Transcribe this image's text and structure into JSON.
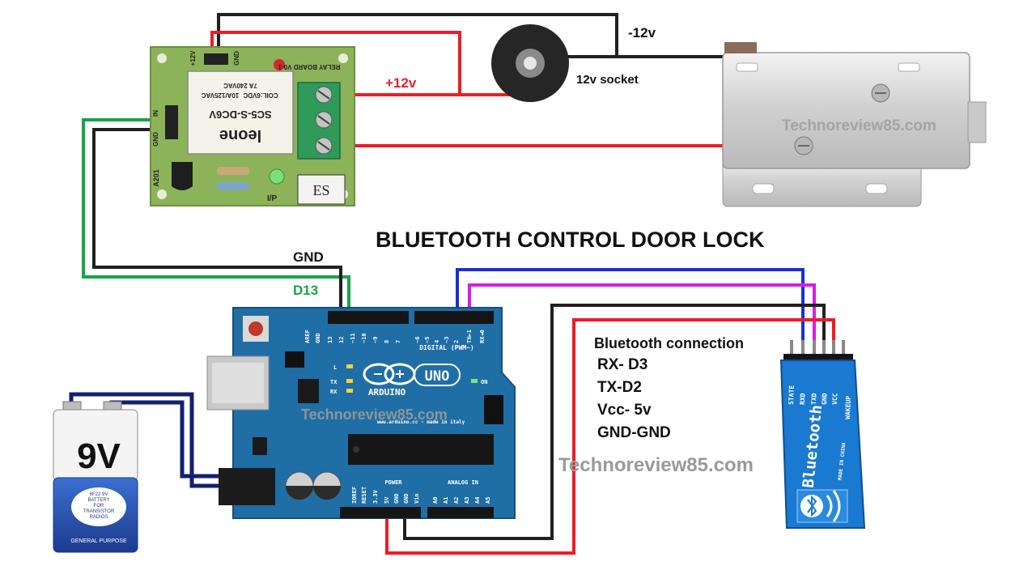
{
  "title": "BLUETOOTH CONTROL DOOR LOCK",
  "watermark": "Technoreview85.com",
  "wire_labels": {
    "minus_12v": "-12v",
    "plus_12v": "+12v",
    "socket": "12v socket",
    "gnd": "GND",
    "d13": "D13"
  },
  "bluetooth_connection": {
    "heading": "Bluetooth connection",
    "lines": [
      "RX- D3",
      "TX-D2",
      "Vcc- 5v",
      "GND-GND"
    ]
  },
  "battery": {
    "voltage": "9V",
    "label_lines": [
      "6F22 9V",
      "BATTERY",
      "FOR",
      "TRANSISTOR",
      "RADIOS"
    ],
    "footer": "GENERAL PURPOSE"
  },
  "relay_module": {
    "board_text": "RELAY BOARD V0-1",
    "relay_brand": "leone",
    "relay_model": "SC5-S-DC6V",
    "relay_specs": [
      "COIL:6VDC",
      "10A/125VAC",
      "7A 240VAC"
    ],
    "pin_labels": [
      "+12V",
      "GND",
      "IN",
      "GND"
    ],
    "board_id": "A201",
    "led_label": "I/P"
  },
  "arduino": {
    "brand": "ARDUINO",
    "model": "UNO",
    "digital_header": "DIGITAL (PWM~)",
    "digital_pins": [
      "AREF",
      "GND",
      "13",
      "12",
      "~11",
      "~10",
      "~9",
      "8",
      "7",
      "~6",
      "~5",
      "4",
      "~3",
      "2",
      "TX►1",
      "RX◄0"
    ],
    "power_header": "POWER",
    "power_pins": [
      "IOREF",
      "RESET",
      "3.3V",
      "5V",
      "GND",
      "GND",
      "Vin"
    ],
    "analog_header": "ANALOG IN",
    "analog_pins": [
      "A0",
      "A1",
      "A2",
      "A3",
      "A4",
      "A5"
    ],
    "leds": [
      "L",
      "TX",
      "RX",
      "ON"
    ],
    "site": "www.arduino.cc - made in italy"
  },
  "bt_module": {
    "pins": [
      "STATE",
      "RXD",
      "TXD",
      "GND",
      "VCC",
      "WAKEUP"
    ],
    "name": "Bluetooth",
    "made_in": "MADE IN CHINA"
  },
  "colors": {
    "red_wire": "#ee1c25",
    "black_wire": "#231f20",
    "green_wire": "#19a34a",
    "blue_wire": "#1b2fd6",
    "magenta_wire": "#d61ee6",
    "navy_wire": "#13206e",
    "pcb_green": "#8db35a",
    "arduino_blue": "#1f6ea6",
    "bt_blue": "#1a79d1"
  }
}
